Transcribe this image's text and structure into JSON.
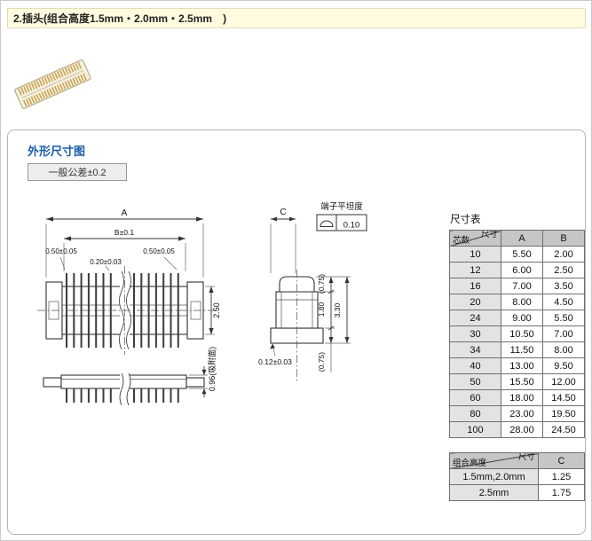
{
  "page": {
    "title": "2.插头(组合高度1.5mm・2.0mm・2.5mm　)"
  },
  "section": {
    "heading": "外形尺寸图",
    "tolerance_note": "一般公差±0.2"
  },
  "drawing": {
    "front_view": {
      "dim_a": "A",
      "dim_b": "B±0.1",
      "dim_pitch_left": "0.50±0.05",
      "dim_pitch_right": "0.50±0.05",
      "dim_pin_width": "0.20±0.03",
      "dim_body_height": "2.50",
      "dim_suction_face": "0.96(吸附面)"
    },
    "side_view": {
      "dim_c": "C",
      "flatness_title": "端子平坦度",
      "flatness_value": "0.10",
      "dim_top_ref": "(0.75)",
      "dim_mid": "1.80",
      "dim_overall": "3.30",
      "dim_bottom_ref": "(0.75)",
      "dim_terminal_thickness": "0.12±0.03"
    }
  },
  "size_table": {
    "title": "尺寸表",
    "header": {
      "corner_top": "尺寸",
      "corner_bottom": "芯数",
      "col_a": "A",
      "col_b": "B"
    },
    "rows": [
      {
        "pins": "10",
        "a": "5.50",
        "b": "2.00"
      },
      {
        "pins": "12",
        "a": "6.00",
        "b": "2.50"
      },
      {
        "pins": "16",
        "a": "7.00",
        "b": "3.50"
      },
      {
        "pins": "20",
        "a": "8.00",
        "b": "4.50"
      },
      {
        "pins": "24",
        "a": "9.00",
        "b": "5.50"
      },
      {
        "pins": "30",
        "a": "10.50",
        "b": "7.00"
      },
      {
        "pins": "34",
        "a": "11.50",
        "b": "8.00"
      },
      {
        "pins": "40",
        "a": "13.00",
        "b": "9.50"
      },
      {
        "pins": "50",
        "a": "15.50",
        "b": "12.00"
      },
      {
        "pins": "60",
        "a": "18.00",
        "b": "14.50"
      },
      {
        "pins": "80",
        "a": "23.00",
        "b": "19.50"
      },
      {
        "pins": "100",
        "a": "28.00",
        "b": "24.50"
      }
    ]
  },
  "height_table": {
    "header": {
      "corner_top": "尺寸",
      "corner_bottom": "组合高度",
      "col_c": "C"
    },
    "rows": [
      {
        "height": "1.5mm,2.0mm",
        "c": "1.25"
      },
      {
        "height": "2.5mm",
        "c": "1.75"
      }
    ]
  },
  "colors": {
    "banner_bg": "#FFFBDF",
    "heading_blue": "#1A5CA8",
    "table_header_bg": "#C6C6C6",
    "table_rowhead_bg": "#E3E3E3"
  }
}
